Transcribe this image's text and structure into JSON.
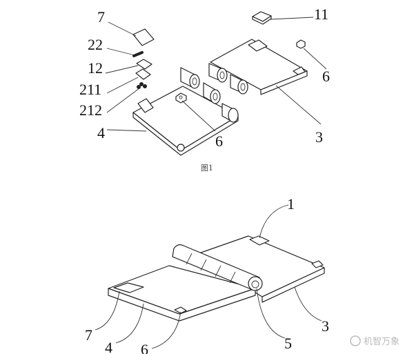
{
  "figure1": {
    "caption": "图1",
    "labels": {
      "l7": "7",
      "l22": "22",
      "l12": "12",
      "l211": "211",
      "l212": "212",
      "l4": "4",
      "l6a": "6",
      "l3": "3",
      "l11": "11",
      "l6b": "6"
    }
  },
  "figure2": {
    "labels": {
      "l1": "1",
      "l3": "3",
      "l5": "5",
      "l7": "7",
      "l4": "4",
      "l6": "6"
    }
  },
  "watermark": "机智万象"
}
